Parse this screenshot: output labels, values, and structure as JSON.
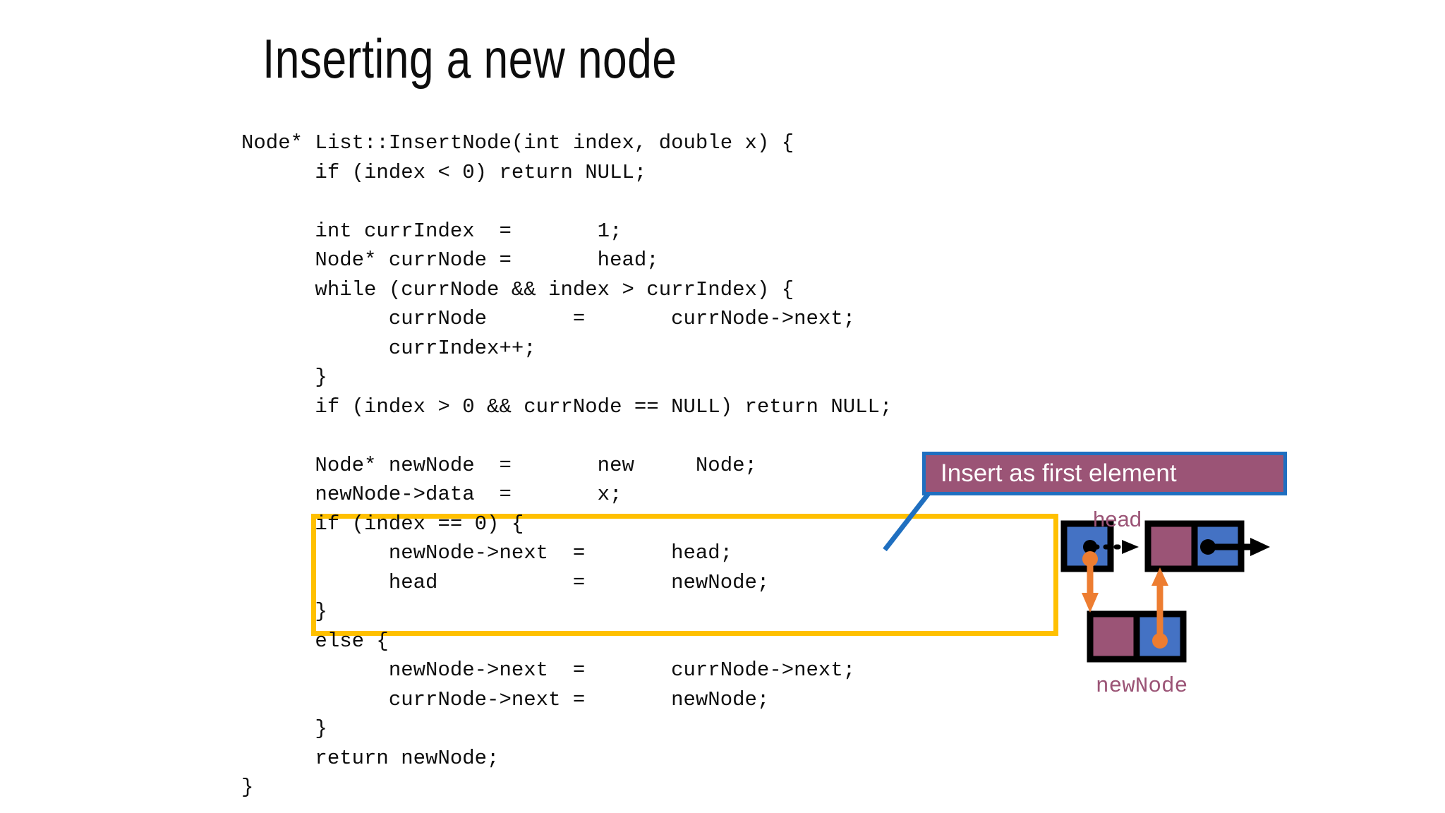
{
  "slide": {
    "title": "Inserting a new node",
    "background_color": "#FFFFFF"
  },
  "code_block": {
    "language": "cpp",
    "lines": [
      "Node* List::InsertNode(int index, double x) {",
      "      if (index < 0) return NULL;",
      "",
      "      int currIndex  =       1;",
      "      Node* currNode =       head;",
      "      while (currNode && index > currIndex) {",
      "            currNode       =       currNode->next;",
      "            currIndex++;",
      "      }",
      "      if (index > 0 && currNode == NULL) return NULL;",
      "",
      "      Node* newNode  =       new     Node;",
      "      newNode->data  =       x;",
      "      if (index == 0) {",
      "            newNode->next  =       head;",
      "            head           =       newNode;",
      "      }",
      "      else {",
      "            newNode->next  =       currNode->next;",
      "            currNode->next =       newNode;",
      "      }",
      "      return newNode;",
      "}"
    ]
  },
  "highlight_box": {
    "label": "if-index-equals-zero-branch",
    "color": "#FFC000",
    "highlighted_lines": [
      "if (index == 0) {",
      "newNode->next  =       head;",
      "head           =       newNode;",
      "}"
    ]
  },
  "callout": {
    "text": "Insert as first element",
    "fill_color": "#9B5476",
    "border_color": "#1F6FC0",
    "text_color": "#FFFFFF",
    "connector_color": "#1F6FC0"
  },
  "diagram": {
    "labels": {
      "head": "head",
      "new_node": "newNode"
    },
    "label_color": "#9B5476",
    "colors": {
      "pointer_cell": "#4472C4",
      "data_cell": "#9B5476",
      "node_border": "#000000",
      "new_link_arrow": "#ED7D31",
      "existing_link_arrow": "#000000"
    },
    "nodes": [
      {
        "name": "head-pointer-cell",
        "cells": [
          "pointer"
        ]
      },
      {
        "name": "first-list-node",
        "cells": [
          "data",
          "pointer"
        ]
      },
      {
        "name": "new-node",
        "cells": [
          "data",
          "pointer"
        ]
      }
    ],
    "links": [
      {
        "from": "head-pointer-cell",
        "to": "new-node",
        "style": "solid-orange"
      },
      {
        "from": "new-node",
        "to": "first-list-node",
        "style": "solid-orange"
      },
      {
        "from": "head-pointer-cell",
        "to": "first-list-node",
        "style": "dotted-black"
      },
      {
        "from": "first-list-node",
        "to": "rest-of-list",
        "style": "solid-black"
      }
    ]
  }
}
